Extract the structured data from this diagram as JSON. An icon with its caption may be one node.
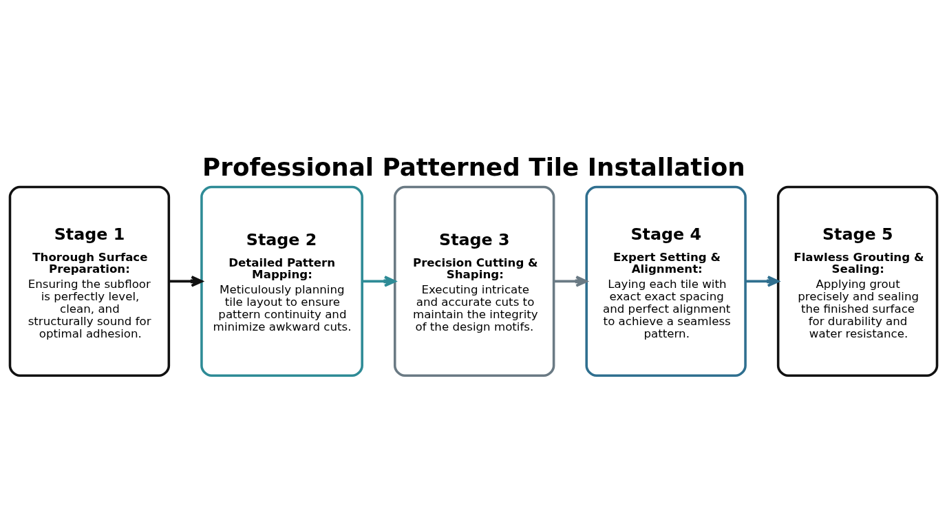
{
  "diagram": {
    "title": "Professional Patterned Tile Installation",
    "nodes": [
      {
        "text": [
          "Stage 1",
          "Thorough Surface Preparation:",
          "Ensuring the subfloor is perfectly level, clean, and structurally sound for optimal adhesion."
        ]
      },
      {
        "text": [
          "Stage 2",
          "Detailed Pattern Mapping:",
          "Meticulously planning tile layout to ensure pattern continuity and minimize awkward cuts."
        ]
      },
      {
        "text": [
          "Stage 3",
          "Precision Cutting & Shaping:",
          "Executing intricate and accurate cuts to maintain the integrity of the design motifs."
        ]
      },
      {
        "text": [
          "Stage 4",
          "Expert Setting & Alignment:",
          "Laying each tile with exact exact spacing and perfect alignment to achieve a seamless pattern."
        ]
      },
      {
        "text": [
          "Stage 5",
          "Flawless Grouting & Sealing:",
          "Applying grout precisely and sealing the finished surface for durability and water resistance."
        ]
      }
    ],
    "edges": [
      {
        "from": 0,
        "to": 1,
        "arrow": "to",
        "color": "#111111"
      },
      {
        "from": 1,
        "to": 2,
        "arrow": "to",
        "color": "#2e8b96"
      },
      {
        "from": 2,
        "to": 3,
        "arrow": "to",
        "color": "#6a7a84"
      },
      {
        "from": 3,
        "to": 4,
        "arrow": "to",
        "color": "#2f6f8f"
      }
    ]
  }
}
